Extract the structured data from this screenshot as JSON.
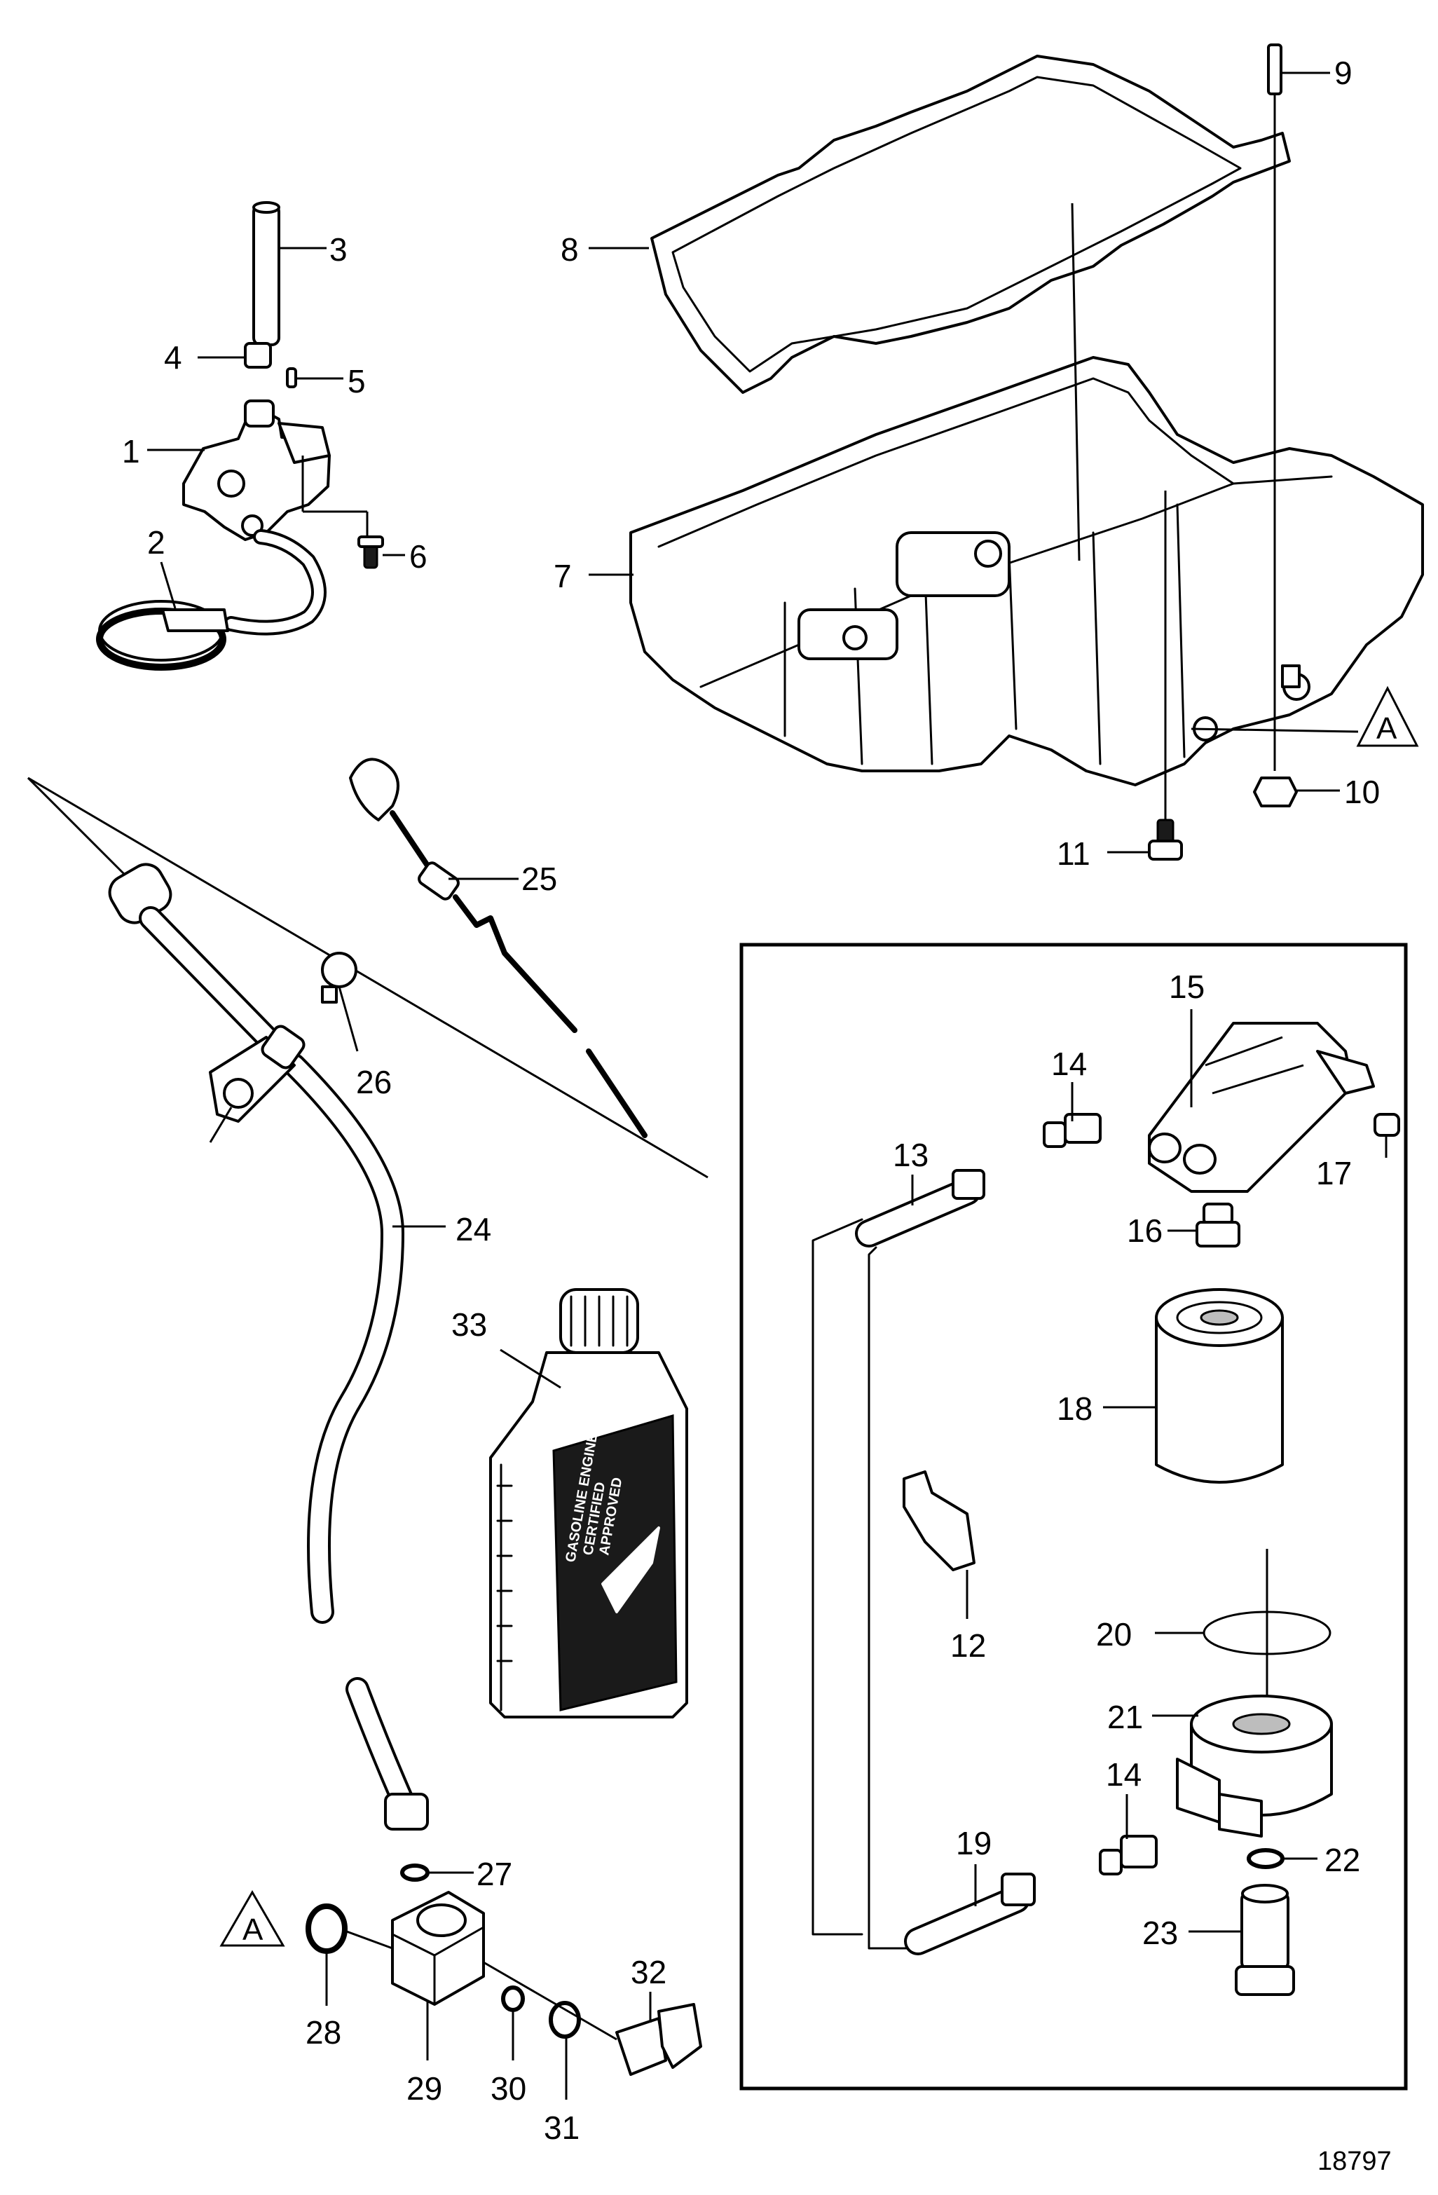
{
  "figure_number": "18797",
  "reference_marker": "A",
  "bottle_label": {
    "line1": "GASOLINE ENGINE OIL",
    "line2": "CERTIFIED",
    "line3": "APPROVED"
  },
  "callouts": [
    "1",
    "2",
    "3",
    "4",
    "5",
    "6",
    "7",
    "8",
    "9",
    "10",
    "11",
    "12",
    "13",
    "14",
    "15",
    "16",
    "17",
    "18",
    "19",
    "20",
    "21",
    "22",
    "23",
    "24",
    "25",
    "26",
    "27",
    "28",
    "29",
    "30",
    "31",
    "32",
    "33"
  ],
  "callout_14b": "14"
}
